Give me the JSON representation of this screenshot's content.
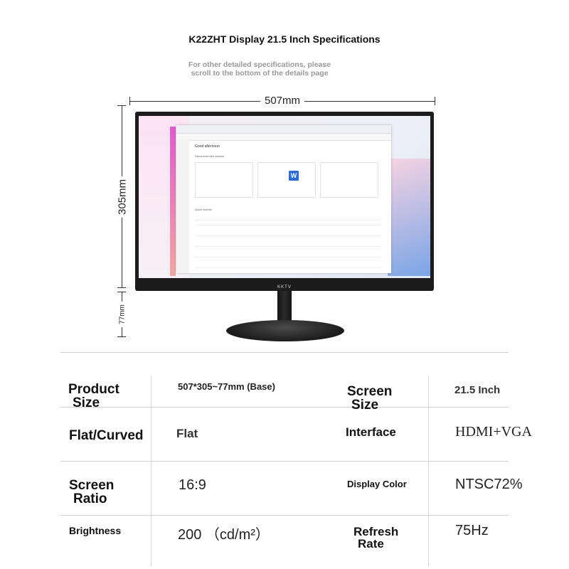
{
  "header": {
    "title": "K22ZHT Display 21.5 Inch Specifications",
    "subtitle_line1": "For other detailed specifications, please",
    "subtitle_line2": "scroll to the bottom of the details page"
  },
  "diagram": {
    "width_label": "507mm",
    "height_label": "305mm",
    "base_label": "77mm",
    "brand_label": "KKTV",
    "screen_word_icon_letter": "W",
    "screen_greeting": "Good afternoon",
    "screen_section_recommended": "Recommended actions",
    "screen_section_quick": "Quick access"
  },
  "specs": {
    "product_size_label_1": "Product",
    "product_size_label_2": "Size",
    "product_size_value": "507*305~77mm (Base)",
    "screen_size_label_1": "Screen",
    "screen_size_label_2": "Size",
    "screen_size_value": "21.5 Inch",
    "flat_label": "Flat/Curved",
    "flat_value": "Flat",
    "interface_label": "Interface",
    "interface_value": "HDMI+VGA",
    "ratio_label_1": "Screen",
    "ratio_label_2": "Ratio",
    "ratio_value": "16:9",
    "color_label": "Display Color",
    "color_value": "NTSC72%",
    "brightness_label": "Brightness",
    "brightness_value": "200 （cd/m²）",
    "refresh_label_1": "Refresh",
    "refresh_label_2": "Rate",
    "refresh_value": "75Hz"
  }
}
